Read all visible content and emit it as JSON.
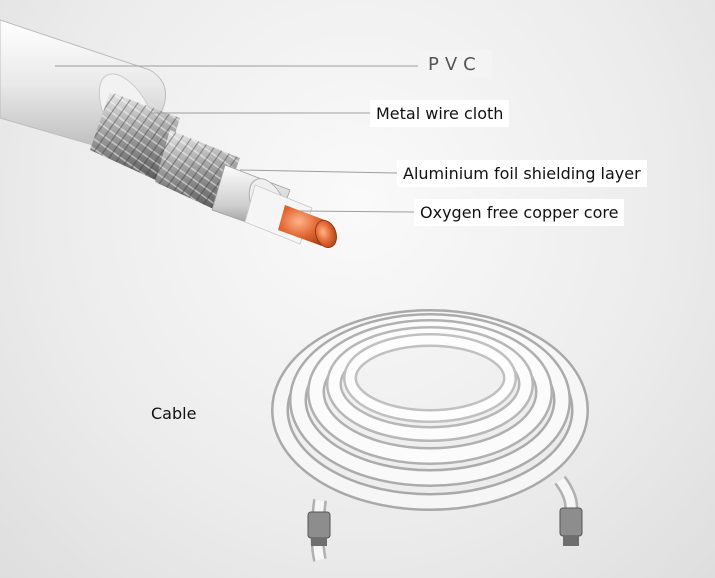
{
  "labels": {
    "pvc": "PVC",
    "metal_wire_cloth": "Metal wire cloth",
    "aluminium_foil": "Aluminium foil shielding layer",
    "copper_core": "Oxygen free copper core",
    "cable": "Cable"
  }
}
